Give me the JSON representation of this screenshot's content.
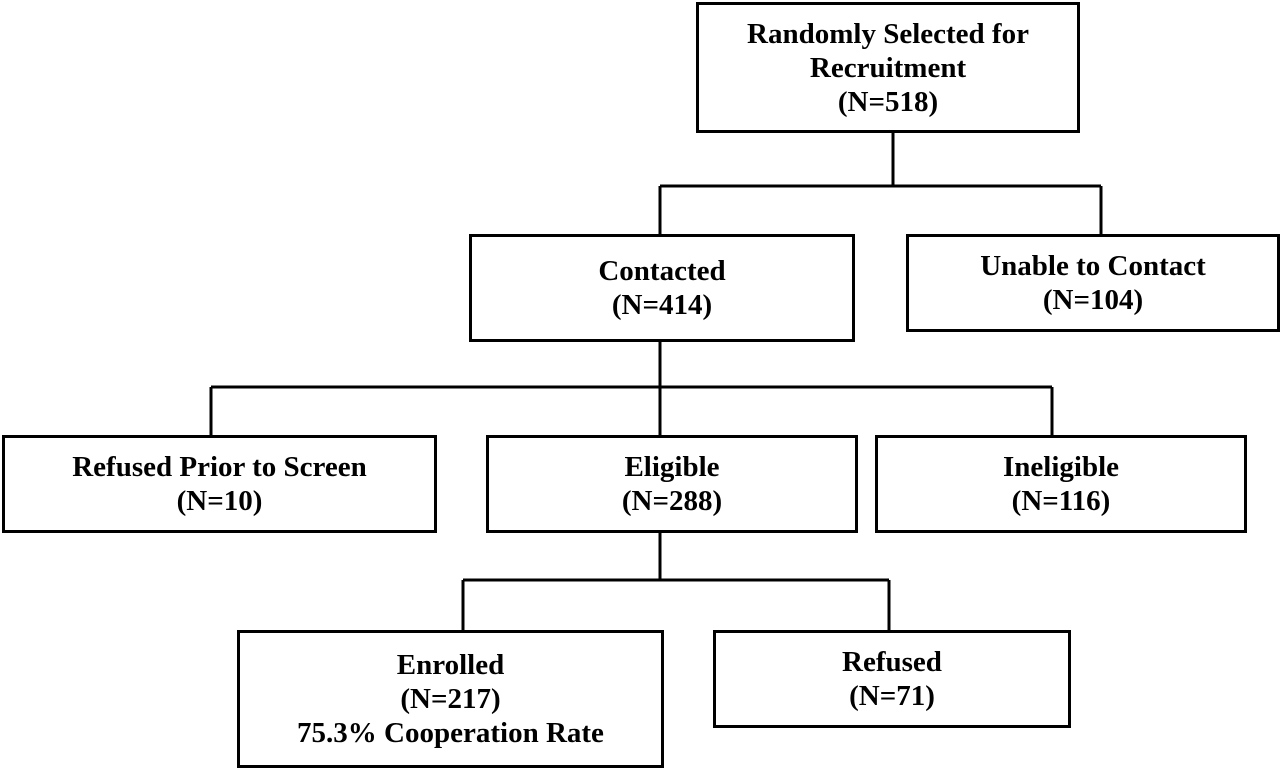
{
  "nodes": {
    "root": {
      "lines": [
        "Randomly Selected for",
        "Recruitment",
        "(N=518)"
      ]
    },
    "contacted": {
      "lines": [
        "Contacted",
        "(N=414)"
      ]
    },
    "unable": {
      "lines": [
        "Unable to Contact",
        "(N=104)"
      ]
    },
    "refused_prior": {
      "lines": [
        "Refused Prior to Screen",
        "(N=10)"
      ]
    },
    "eligible": {
      "lines": [
        "Eligible",
        "(N=288)"
      ]
    },
    "ineligible": {
      "lines": [
        "Ineligible",
        "(N=116)"
      ]
    },
    "enrolled": {
      "lines": [
        "Enrolled",
        "(N=217)",
        "75.3% Cooperation Rate"
      ]
    },
    "refused": {
      "lines": [
        "Refused",
        "(N=71)"
      ]
    }
  },
  "style": {
    "line_color": "#000000",
    "box_border_color": "#000000",
    "background": "#ffffff"
  }
}
